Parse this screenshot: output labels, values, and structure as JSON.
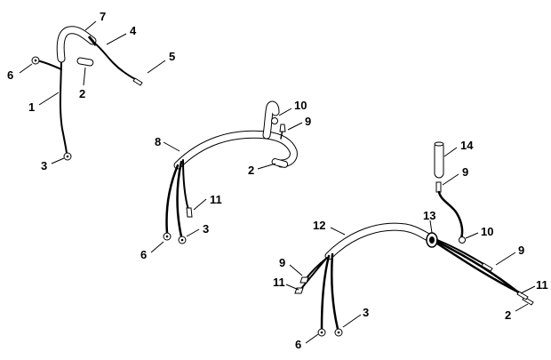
{
  "callouts": {
    "a1": {
      "c1": "7",
      "c2": "4",
      "c3": "5",
      "c4": "6",
      "c5": "2",
      "c6": "1",
      "c7": "3"
    },
    "a2": {
      "c1": "10",
      "c2": "9",
      "c3": "8",
      "c4": "2",
      "c5": "11",
      "c6": "3",
      "c7": "6"
    },
    "a3": {
      "c1": "14",
      "c2": "9",
      "c3": "13",
      "c4": "12",
      "c5": "10",
      "c6": "9",
      "c7": "9",
      "c8": "11",
      "c9": "11",
      "c10": "3",
      "c11": "2",
      "c12": "6"
    }
  }
}
